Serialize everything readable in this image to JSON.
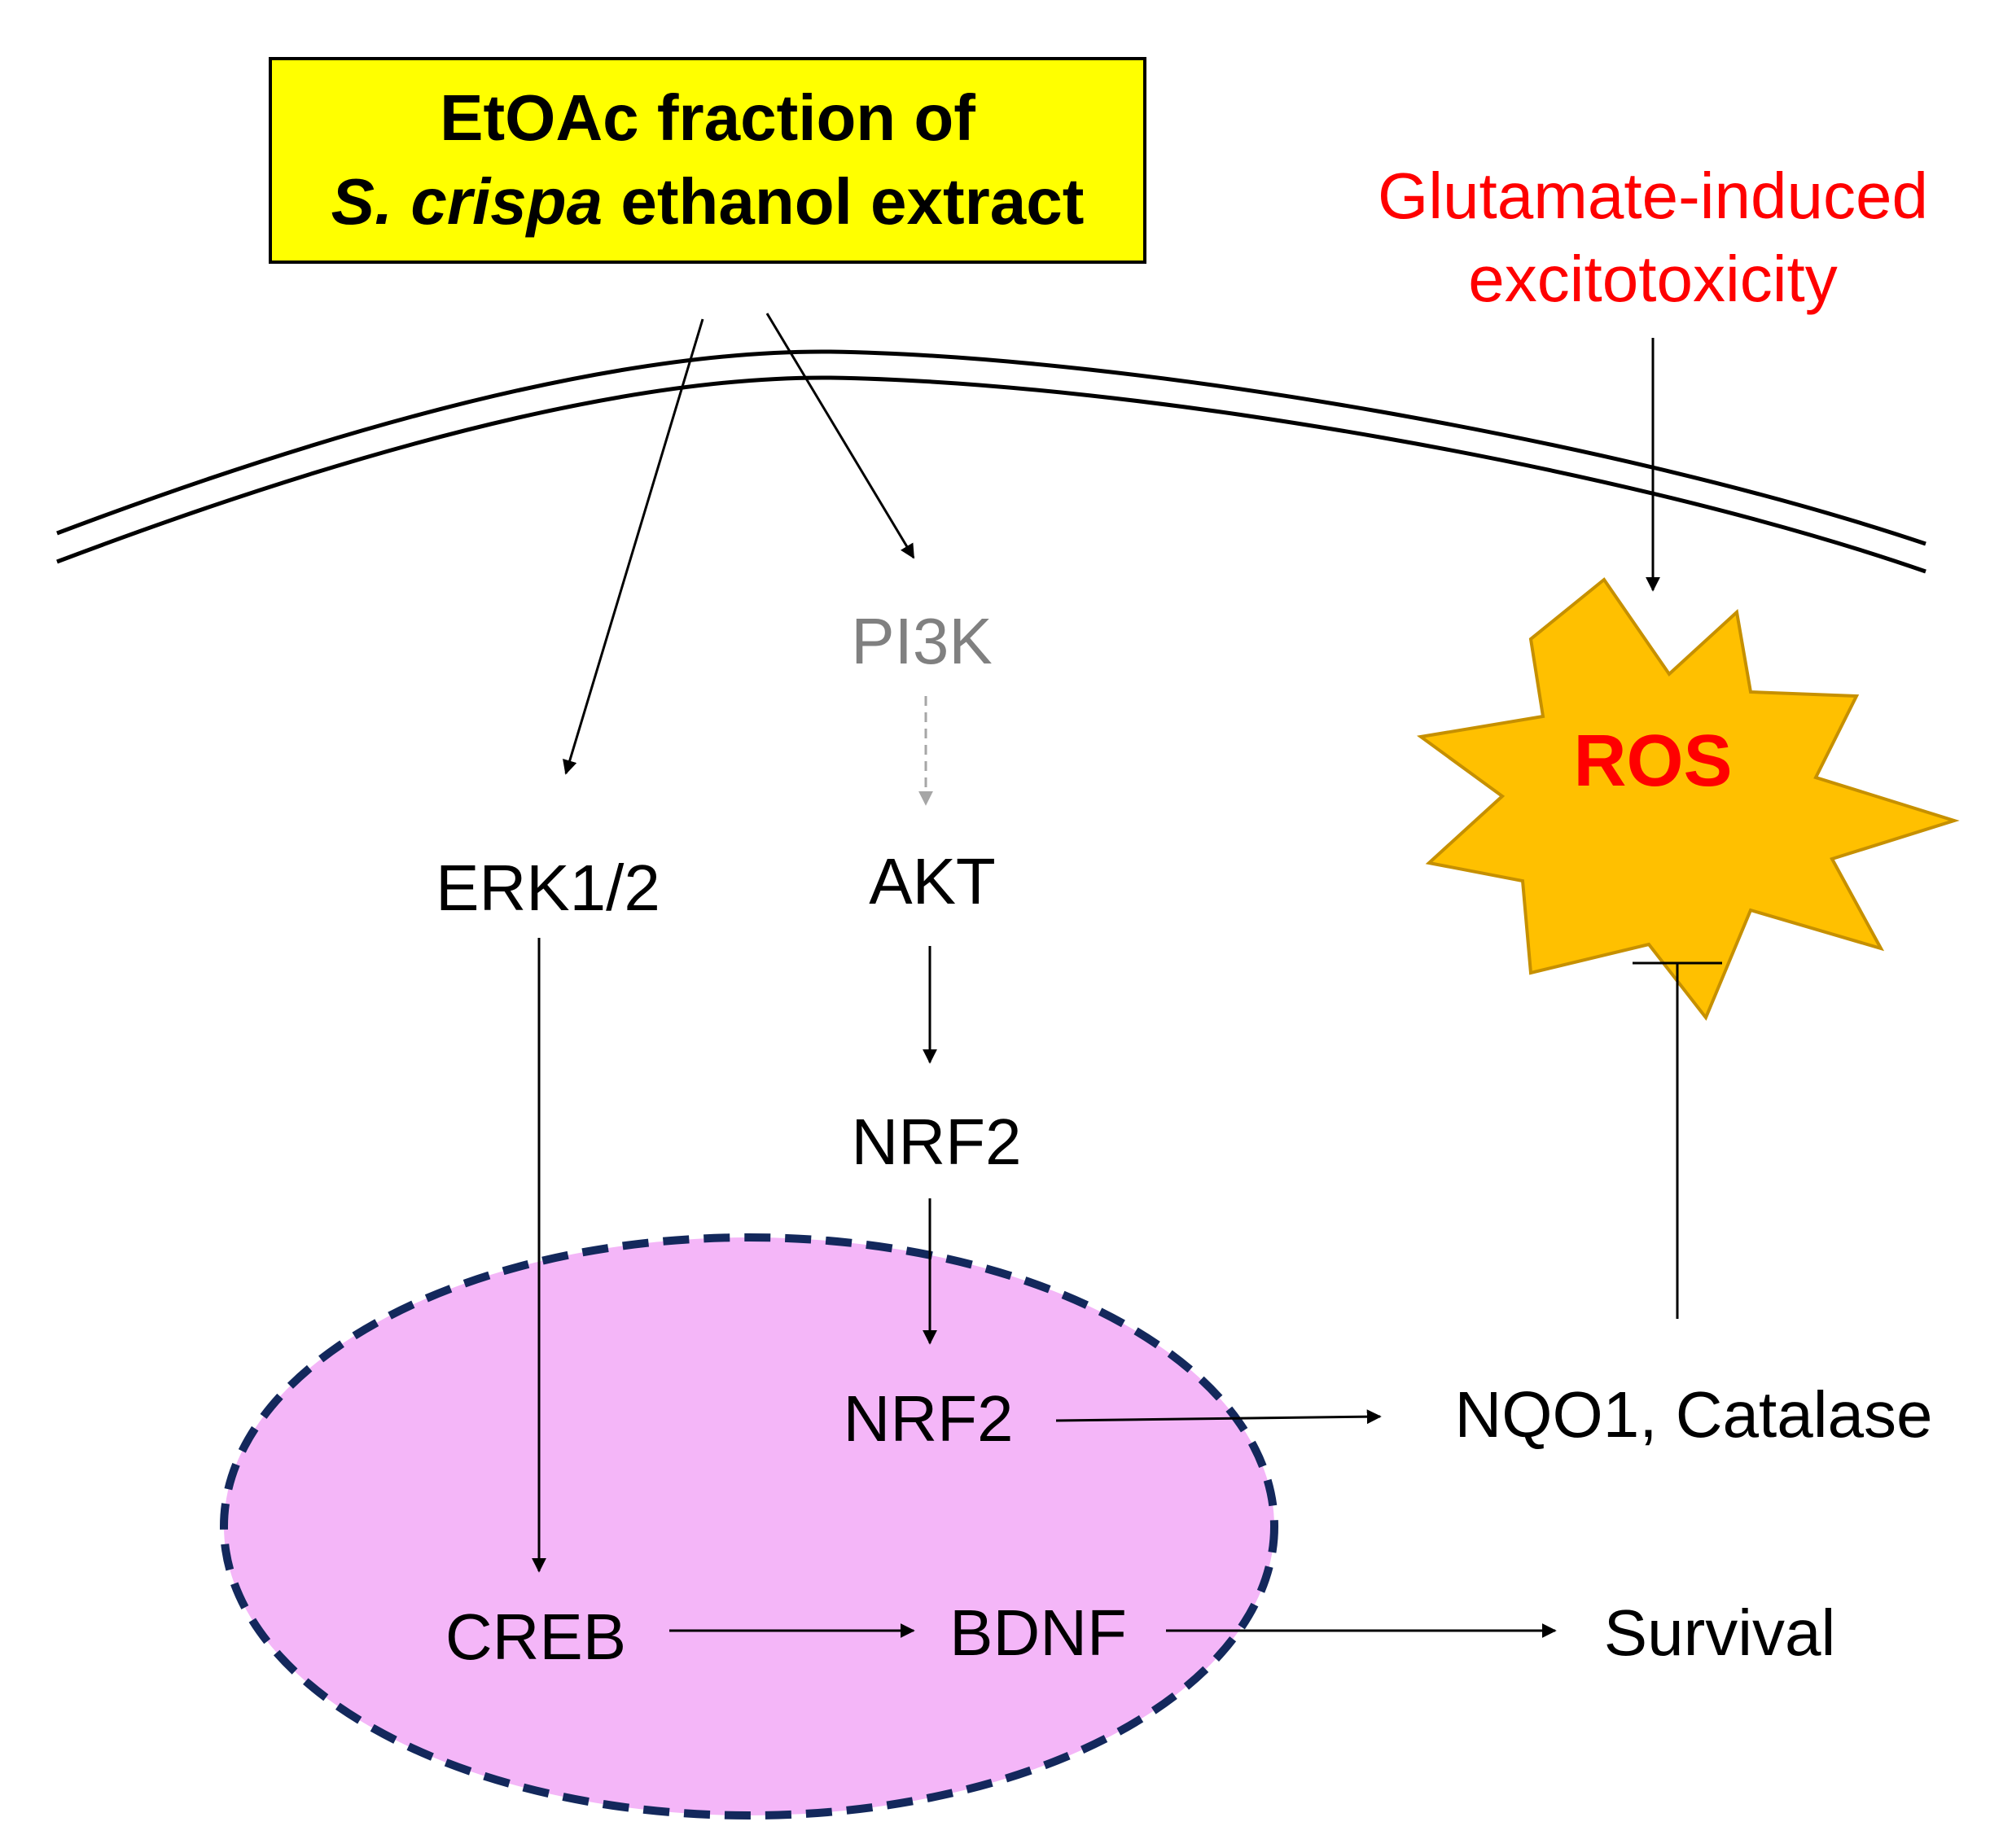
{
  "extract": {
    "line1": "EtOAc fraction of",
    "line2_italic": "S. crispa",
    "line2_rest": " ethanol extract"
  },
  "stress": {
    "line1": "Glutamate-induced",
    "line2": "excitotoxicity"
  },
  "nodes": {
    "pi3k": "PI3K",
    "erk": "ERK1/2",
    "akt": "AKT",
    "nrf2_cytoplasm": "NRF2",
    "nrf2_nucleus": "NRF2",
    "creb": "CREB",
    "bdnf": "BDNF",
    "nqo1_catalase": "NQO1, Catalase",
    "survival": "Survival",
    "ros": "ROS"
  },
  "colors": {
    "extract_box_fill": "#ffff00",
    "nucleus_fill": "#f4b6f8",
    "nucleus_border": "#13285c",
    "ros_fill": "#ffc000",
    "stress_text": "#ff0000",
    "inactive_path": "#a6a6a6"
  }
}
